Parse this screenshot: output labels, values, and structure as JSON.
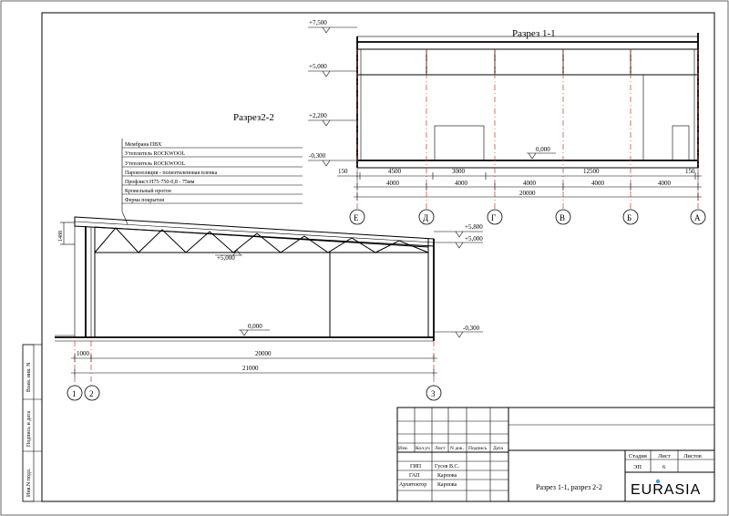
{
  "section_1_1": {
    "title": "Разрез 1-1",
    "levels": [
      "+7,500",
      "+5,000",
      "+2,200",
      "-0,300"
    ],
    "floor_mark": "0,000",
    "dims_row1": [
      "150",
      "4500",
      "3000",
      "12500",
      "150"
    ],
    "dims_row2": [
      "4000",
      "4000",
      "4000",
      "4000",
      "4000"
    ],
    "dim_total": "20000",
    "axes": [
      "Е",
      "Д",
      "Г",
      "В",
      "Б",
      "А"
    ]
  },
  "section_2_2": {
    "title": "Разрез2-2",
    "layers": [
      "Мембрана ПВХ",
      "Утеплитель ROCKWOOL",
      "Утеплитель ROCKWOOL",
      "Пароизоляция - полиэтиленовая пленка",
      "Профлист Н75-750-0,8 - 75мм",
      "Кровельный прогон",
      "Ферма покрытия"
    ],
    "dim_left": "1488",
    "level_top": "+5,800",
    "level_eave": "+5,000",
    "level_inner": "+5,000",
    "floor_mark": "0,000",
    "level_ground": "-0,300",
    "dim_a": "1000",
    "dim_b": "20000",
    "dim_total": "21000",
    "axes": [
      "1",
      "2",
      "3"
    ]
  },
  "side_stamp": [
    "Взам. инв. N",
    "Подпись и дата",
    "Инв.N подл."
  ],
  "title_block": {
    "headers": [
      "Изм.",
      "Кол.уч",
      "Лист",
      "N док.",
      "Подпись",
      "Дата"
    ],
    "roles": [
      "ГИП",
      "ГАП",
      "Архитектор"
    ],
    "names": [
      "Гусев В.С.",
      "Карпова",
      "Карпова"
    ],
    "stage_headers": [
      "Стадия",
      "Лист",
      "Листов"
    ],
    "stage_values": [
      "ЭП",
      "6",
      ""
    ],
    "sheet_title": "Разрез 1-1, разрез 2-2",
    "logo": "EURASIA"
  }
}
